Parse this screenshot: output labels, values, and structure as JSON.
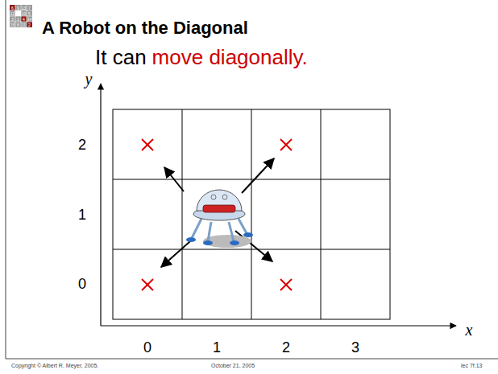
{
  "diagram": {
    "title": "A Robot on the Diagonal",
    "labels": [
      "6",
      "9",
      "13",
      "7",
      "12",
      "10",
      "5",
      "3",
      "1",
      "4",
      "14",
      "15",
      "8",
      "11",
      "2",
      "It can",
      "move diagonally.",
      "y",
      "2",
      "1",
      "0",
      "0",
      "1",
      "2",
      "3",
      "x",
      "Copyright © Albert R. Meyer, 2005.",
      "October 21, 2005",
      "lec 7f.13"
    ]
  }
}
